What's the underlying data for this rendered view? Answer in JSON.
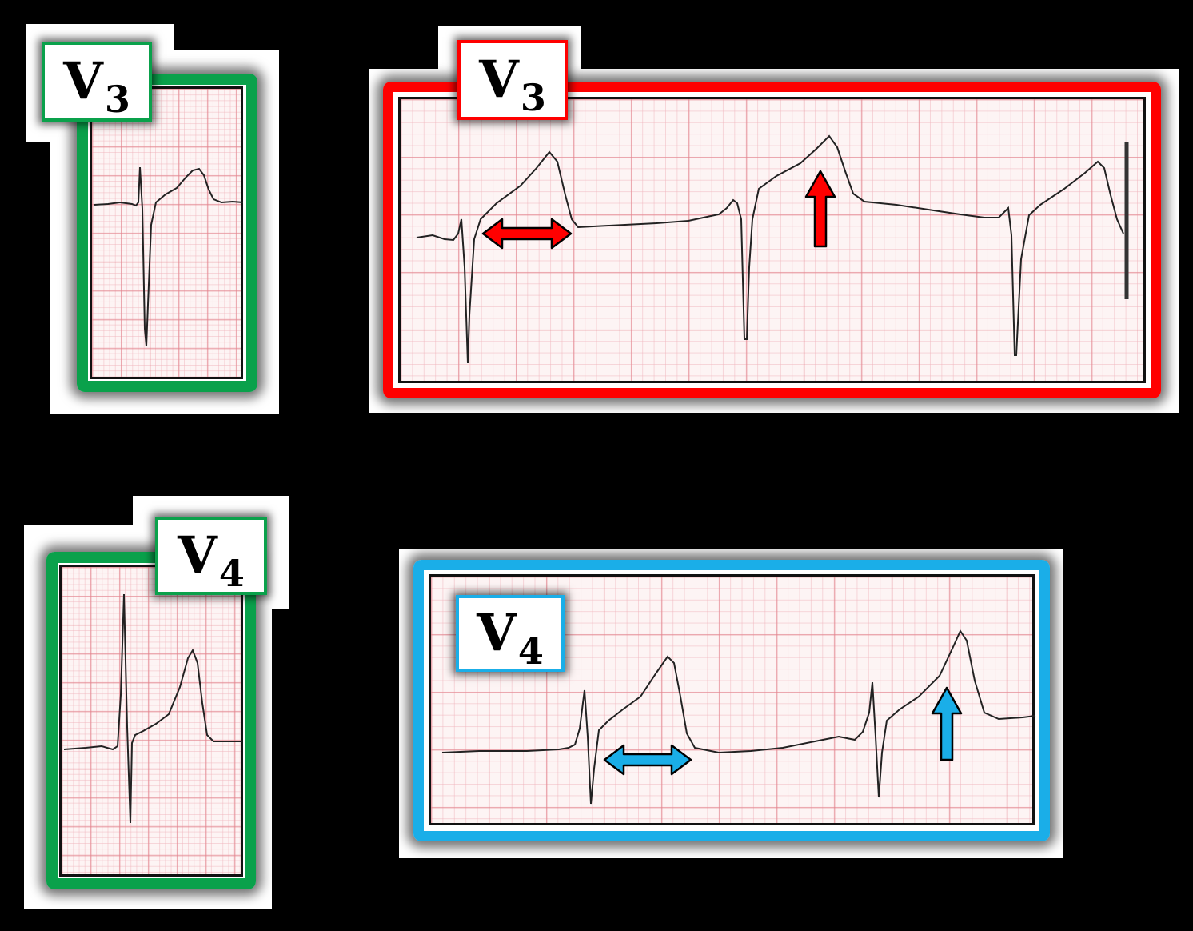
{
  "panels": {
    "v3_small": {
      "lead": "V",
      "sub": "3",
      "color": "#0aa14b"
    },
    "v3_large": {
      "lead": "V",
      "sub": "3",
      "color": "#ff0000"
    },
    "v4_small": {
      "lead": "V",
      "sub": "4",
      "color": "#0aa14b"
    },
    "v4_large": {
      "lead": "V",
      "sub": "4",
      "color": "#1aaee8"
    }
  },
  "colors": {
    "background": "#000000",
    "green_frame": "#0aa14b",
    "red_frame": "#ff0000",
    "blue_frame": "#1aaee8",
    "red_arrow": "#ff0000",
    "blue_arrow": "#1aaee8"
  },
  "icons": {
    "double_arrow": "double-headed-horizontal-arrow",
    "up_arrow": "upward-arrow"
  }
}
